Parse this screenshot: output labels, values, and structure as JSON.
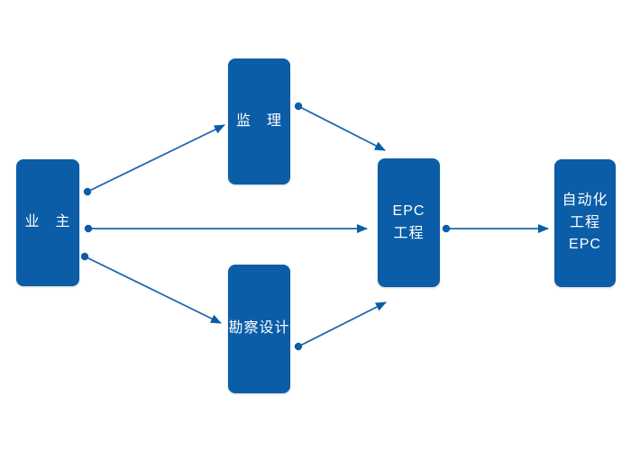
{
  "diagram": {
    "title": "",
    "type": "flowchart",
    "colors": {
      "node_fill": "#0b5da8",
      "connector": "#1e66ad",
      "node_text": "#ffffff",
      "background": "#ffffff"
    },
    "nodes": {
      "owner": {
        "label": "业　主"
      },
      "supervision": {
        "label": "监　理"
      },
      "survey_design": {
        "label": "勘察设计"
      },
      "epc_project": {
        "label": "EPC\n工程"
      },
      "automation_epc": {
        "label": "自动化\n工程EPC"
      }
    },
    "edges": [
      {
        "from": "owner",
        "to": "supervision"
      },
      {
        "from": "owner",
        "to": "epc_project"
      },
      {
        "from": "owner",
        "to": "survey_design"
      },
      {
        "from": "supervision",
        "to": "epc_project"
      },
      {
        "from": "survey_design",
        "to": "epc_project"
      },
      {
        "from": "epc_project",
        "to": "automation_epc"
      }
    ]
  }
}
